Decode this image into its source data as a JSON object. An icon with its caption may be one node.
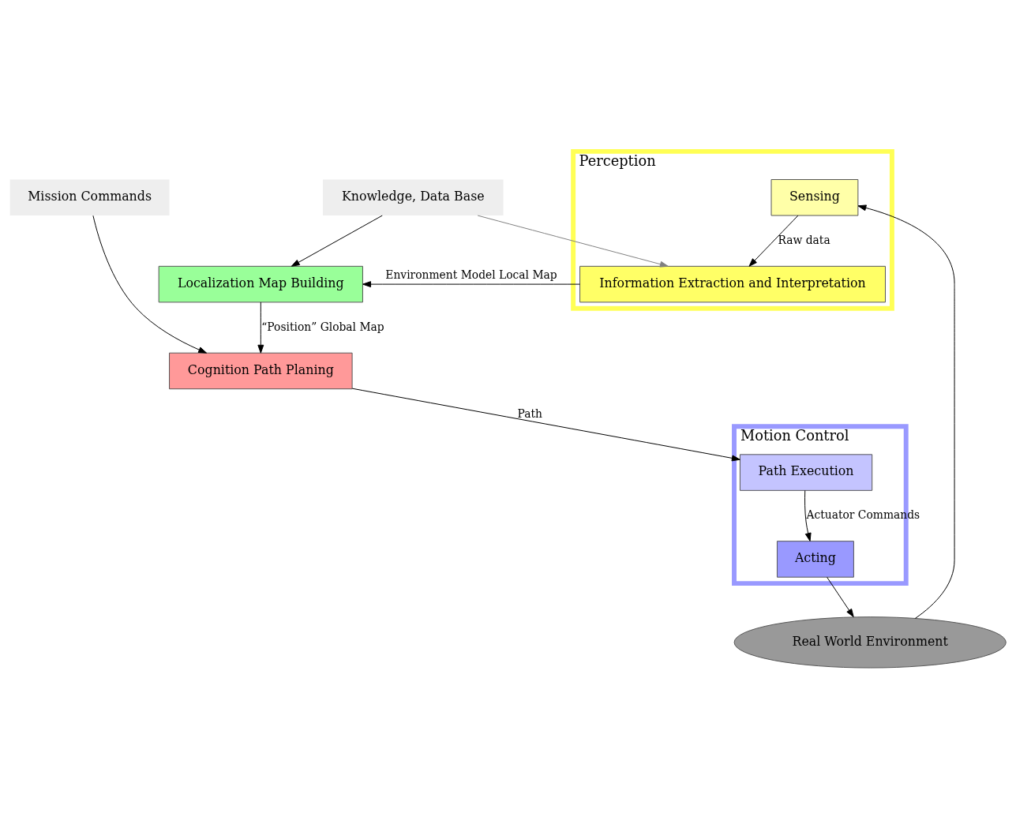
{
  "diagram": {
    "nodes": [
      {
        "text": [
          "Knowledge, Data Base"
        ]
      },
      {
        "text": [
          "Mission Commands"
        ]
      },
      {
        "text": [
          "Localization Map Building"
        ]
      },
      {
        "text": [
          "Cognition Path Planing"
        ]
      },
      {
        "text": [
          "Perception"
        ]
      },
      {
        "text": [
          "Information Extraction and Interpretation"
        ],
        "in": 4
      },
      {
        "text": [
          "Sensing"
        ],
        "in": 4
      },
      {
        "text": [
          "Motion Control"
        ]
      },
      {
        "text": [
          "Path Execution"
        ],
        "in": 7
      },
      {
        "text": [
          "Acting"
        ],
        "in": 7
      },
      {
        "text": [
          "Real World Environment"
        ]
      }
    ],
    "edges": [
      {
        "from": 0,
        "to": 2,
        "arrow": "to"
      },
      {
        "from": 0,
        "to": 5,
        "arrow": "to",
        "color": "#808080"
      },
      {
        "from": 1,
        "to": 3,
        "arrow": "to"
      },
      {
        "from": 2,
        "to": 3,
        "arrow": "to",
        "label": "“Position” Global Map"
      },
      {
        "from": 5,
        "to": 2,
        "arrow": "to",
        "label": "Environment Model Local Map"
      },
      {
        "from": 6,
        "to": 5,
        "arrow": "to",
        "label": "Raw data"
      },
      {
        "from": 3,
        "to": 8,
        "arrow": "to",
        "label": "Path"
      },
      {
        "from": 8,
        "to": 9,
        "arrow": "to",
        "label": "Actuator Commands"
      },
      {
        "from": 9,
        "to": 10,
        "arrow": "to"
      },
      {
        "from": 10,
        "to": 6,
        "arrow": "to"
      }
    ]
  }
}
